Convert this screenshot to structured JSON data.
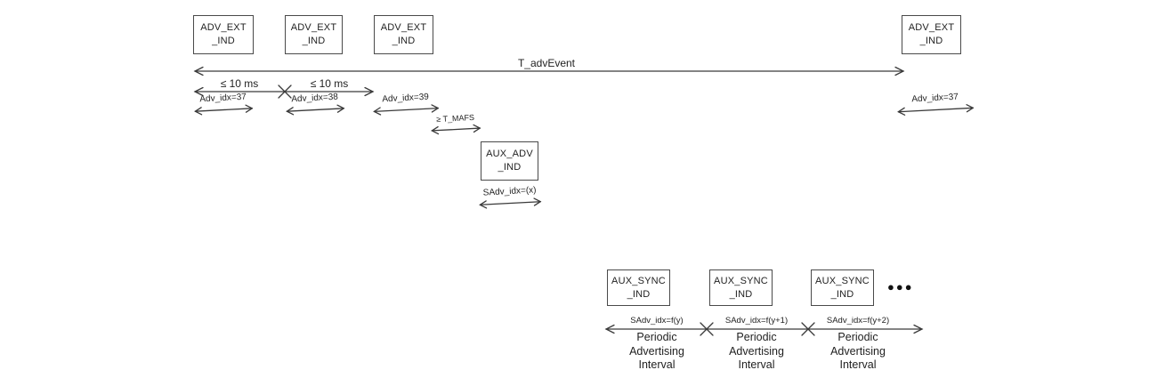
{
  "colors": {
    "background": "#ffffff",
    "line": "#3a3a3a",
    "text": "#1f1f1f",
    "box_border": "#4a4a4a"
  },
  "extended_advertising": {
    "adv_boxes": [
      "ADV_EXT\n_IND",
      "ADV_EXT\n_IND",
      "ADV_EXT\n_IND",
      "ADV_EXT\n_IND"
    ],
    "t_adv_event_label": "T_advEvent",
    "adv_interval_labels": [
      "≤ 10 ms",
      "≤ 10 ms"
    ],
    "adv_idx_labels": [
      "Adv_idx=37",
      "Adv_idx=38",
      "Adv_idx=39",
      "Adv_idx=37"
    ],
    "t_mafs_label": "≥ T_MAFS",
    "aux_adv_box": "AUX_ADV\n_IND",
    "sadv_idx_label": "SAdv_idx=(x)"
  },
  "periodic_advertising": {
    "sync_boxes": [
      "AUX_SYNC\n_IND",
      "AUX_SYNC\n_IND",
      "AUX_SYNC\n_IND"
    ],
    "sadv_idx_labels": [
      "SAdv_idx=f(y)",
      "SAdv_idx=f(y+1)",
      "SAdv_idx=f(y+2)"
    ],
    "interval_labels": [
      "Periodic\nAdvertising\nInterval",
      "Periodic\nAdvertising\nInterval",
      "Periodic\nAdvertising\nInterval"
    ],
    "ellipsis": "●●●"
  }
}
